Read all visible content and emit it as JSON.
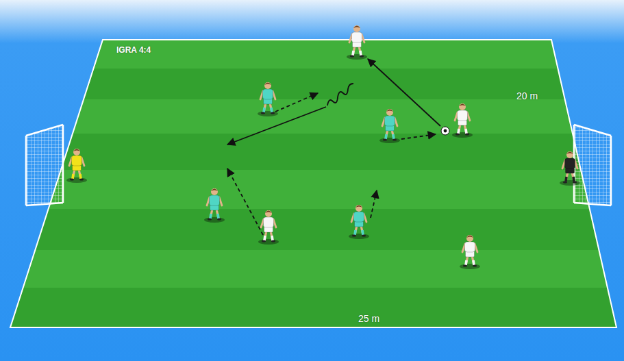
{
  "diagram": {
    "title": "IGRA 4:4",
    "labels": [
      "20 m",
      "25 m"
    ]
  }
}
